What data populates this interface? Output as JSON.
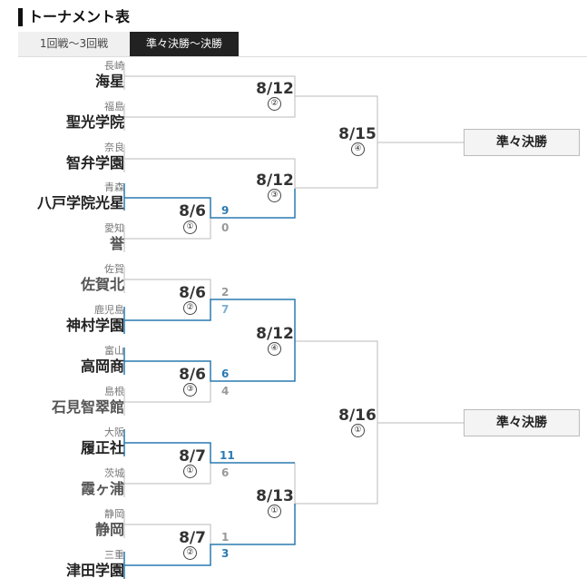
{
  "title": "トーナメント表",
  "tabs": [
    {
      "label": "1回戦～3回戦",
      "active": false
    },
    {
      "label": "準々決勝～決勝",
      "active": true
    }
  ],
  "colors": {
    "winner_line": "#2a7ab0",
    "bracket_line": "#bbbbbb",
    "winner_score": "#2a7ab0",
    "loser_score": "#999999"
  },
  "teams": [
    {
      "pref": "長崎",
      "name": "海星"
    },
    {
      "pref": "福島",
      "name": "聖光学院"
    },
    {
      "pref": "奈良",
      "name": "智弁学園"
    },
    {
      "pref": "青森",
      "name": "八戸学院光星"
    },
    {
      "pref": "愛知",
      "name": "誉"
    },
    {
      "pref": "佐賀",
      "name": "佐賀北"
    },
    {
      "pref": "鹿児島",
      "name": "神村学園"
    },
    {
      "pref": "富山",
      "name": "高岡商"
    },
    {
      "pref": "島根",
      "name": "石見智翠館"
    },
    {
      "pref": "大阪",
      "name": "履正社"
    },
    {
      "pref": "茨城",
      "name": "霞ヶ浦"
    },
    {
      "pref": "静岡",
      "name": "静岡"
    },
    {
      "pref": "三重",
      "name": "津田学園"
    }
  ],
  "games": [
    {
      "date": "8/12",
      "num": "②"
    },
    {
      "date": "8/6",
      "num": "①",
      "score_top": "9",
      "score_bottom": "0"
    },
    {
      "date": "8/12",
      "num": "③"
    },
    {
      "date": "8/15",
      "num": "④"
    },
    {
      "date": "8/6",
      "num": "②",
      "score_top": "2",
      "score_bottom": "7"
    },
    {
      "date": "8/6",
      "num": "③",
      "score_top": "6",
      "score_bottom": "4"
    },
    {
      "date": "8/12",
      "num": "④"
    },
    {
      "date": "8/7",
      "num": "①",
      "score_top": "11",
      "score_bottom": "6"
    },
    {
      "date": "8/7",
      "num": "②",
      "score_top": "1",
      "score_bottom": "3"
    },
    {
      "date": "8/13",
      "num": "①"
    },
    {
      "date": "8/16",
      "num": "①"
    }
  ],
  "quarterfinal_label": "準々決勝"
}
